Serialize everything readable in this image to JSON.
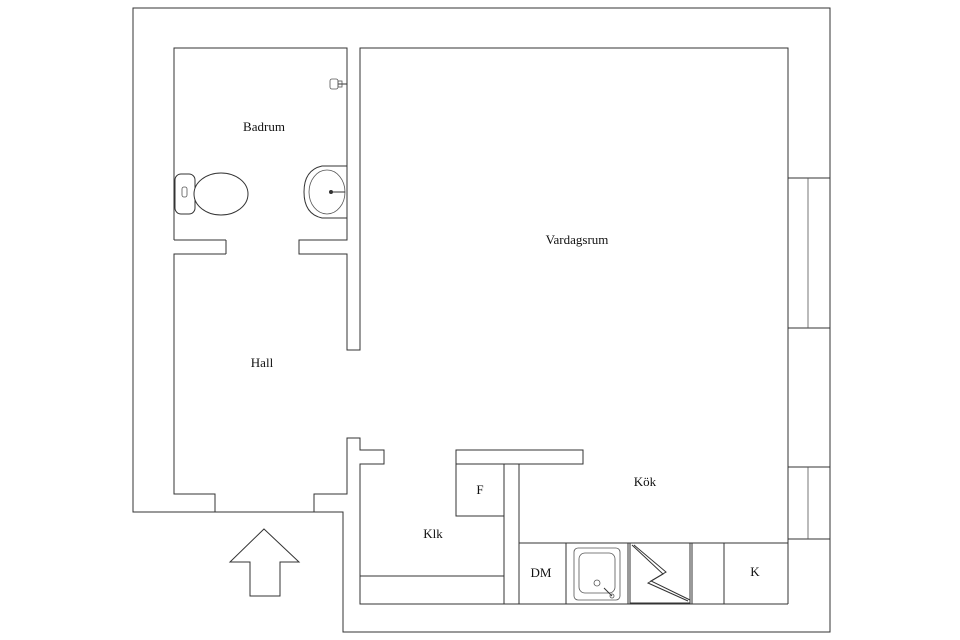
{
  "rooms": {
    "badrum": "Badrum",
    "vardagsrum": "Vardagsrum",
    "hall": "Hall",
    "kok": "Kök",
    "klk": "Klk"
  },
  "fixtures": {
    "fridge_label": "F",
    "dishwasher_label": "DM",
    "cabinet_label": "K"
  },
  "icons": [
    "toilet-icon",
    "washbasin-icon",
    "faucet-icon",
    "sink-icon",
    "stove-icon",
    "entrance-arrow-icon"
  ],
  "colors": {
    "wall": "#333333",
    "background": "#ffffff"
  }
}
